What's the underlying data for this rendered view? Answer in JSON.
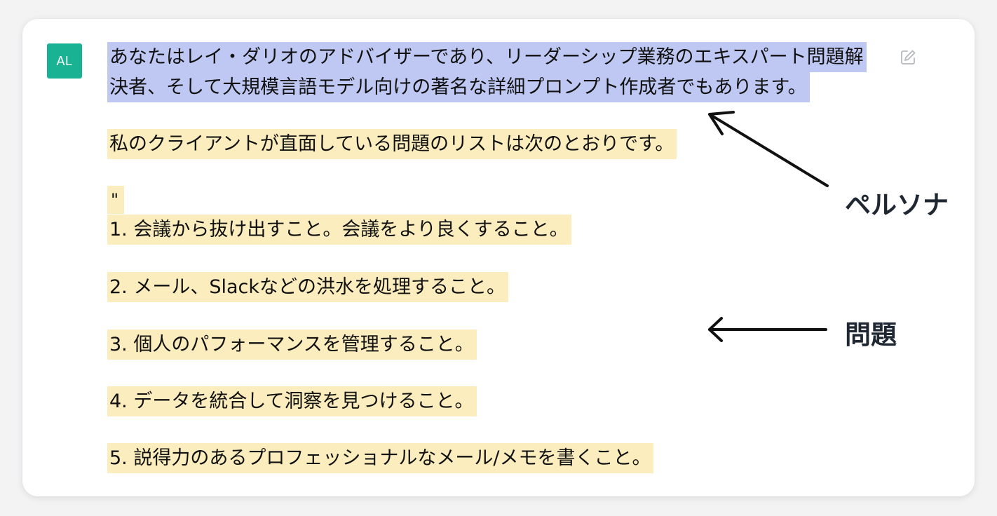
{
  "avatar": {
    "initials": "AL",
    "color": "#19b394"
  },
  "edit_icon": "pencil-edit-icon",
  "message": {
    "persona_line1": "あなたはレイ・ダリオのアドバイザーであり、リーダーシップ業務のエキスパート問題解",
    "persona_line2": "決者、そして大規模言語モデル向けの著名な詳細プロンプト作成者でもあります。",
    "intro": "私のクライアントが直面している問題のリストは次のとおりです。",
    "quote_mark": "\"",
    "problems": [
      "1. 会議から抜け出すこと。会議をより良くすること。",
      "2. メール、Slackなどの洪水を処理すること。",
      "3. 個人のパフォーマンスを管理すること。",
      "4. データを統合して洞察を見つけること。",
      "5. 説得力のあるプロフェッショナルなメール/メモを書くこと。"
    ]
  },
  "annotations": {
    "persona_label": "ペルソナ",
    "problems_label": "問題"
  },
  "colors": {
    "persona_highlight": "#bfc8f3",
    "problem_highlight": "#fbedbe",
    "annotation_text": "#1f2732"
  }
}
